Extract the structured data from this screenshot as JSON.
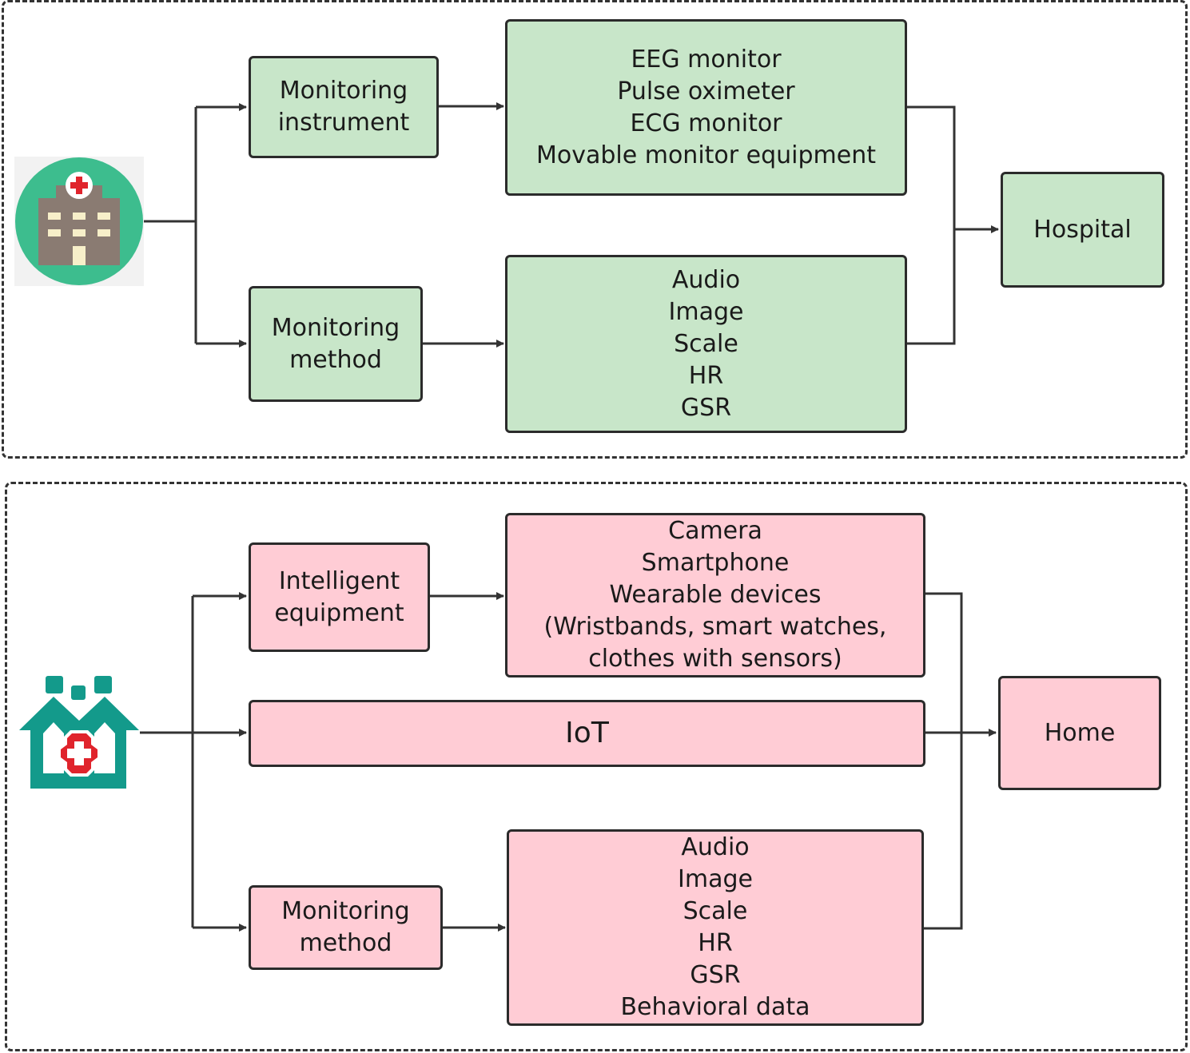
{
  "hospital_panel": {
    "monitoring_instrument": [
      "Monitoring",
      "instrument"
    ],
    "monitoring_method": [
      "Monitoring",
      "method"
    ],
    "instruments_list": [
      "EEG monitor",
      "Pulse oximeter",
      "ECG monitor",
      "Movable monitor equipment"
    ],
    "methods_list": [
      "Audio",
      "Image",
      "Scale",
      "HR",
      "GSR"
    ],
    "destination": "Hospital",
    "icon": "hospital-building-icon"
  },
  "home_panel": {
    "intelligent_equipment": [
      "Intelligent",
      "equipment"
    ],
    "devices_list": [
      "Camera",
      "Smartphone",
      "Wearable devices",
      "(Wristbands, smart watches,",
      "clothes with sensors)"
    ],
    "iot": "IoT",
    "monitoring_method": [
      "Monitoring",
      "method"
    ],
    "methods_list": [
      "Audio",
      "Image",
      "Scale",
      "HR",
      "GSR",
      "Behavioral data"
    ],
    "destination": "Home",
    "icon": "home-care-house-icon"
  },
  "colors": {
    "hospital_box": "#c8e6c9",
    "home_box": "#ffccd5",
    "icon_teal": "#3dbd8e",
    "home_teal": "#139a8b",
    "cross_red": "#e0242c"
  }
}
